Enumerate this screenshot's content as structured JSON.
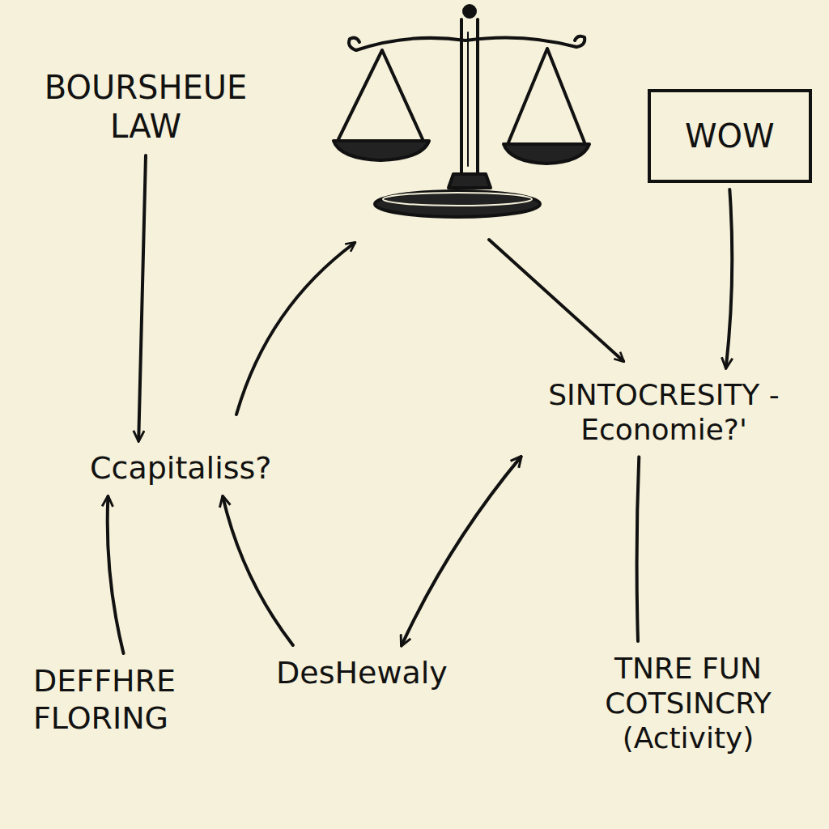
{
  "diagram": {
    "nodes": [
      {
        "text": [
          "BOURSHEUE LAW"
        ]
      },
      {
        "text": [
          "WOW"
        ]
      },
      {
        "text": [
          "SINTOCRESITY -Economie?'"
        ]
      },
      {
        "text": [
          "Ccapitaliss?"
        ]
      },
      {
        "text": [
          "DEFFHRE FLORING"
        ]
      },
      {
        "text": [
          "DesHewaly"
        ]
      },
      {
        "text": [
          "TNRE FUN COTSINCRY (Activity)"
        ]
      }
    ],
    "edges": [
      {
        "from": 0,
        "to": 3,
        "arrow": "to"
      },
      {
        "from": 1,
        "to": 2,
        "arrow": "to"
      },
      {
        "from": 4,
        "to": 3,
        "arrow": "to"
      },
      {
        "from": 5,
        "to": 3,
        "arrow": "to"
      },
      {
        "from": 2,
        "to": 5,
        "arrow": "both"
      },
      {
        "from": 2,
        "to": 6,
        "arrow": "none"
      }
    ]
  }
}
